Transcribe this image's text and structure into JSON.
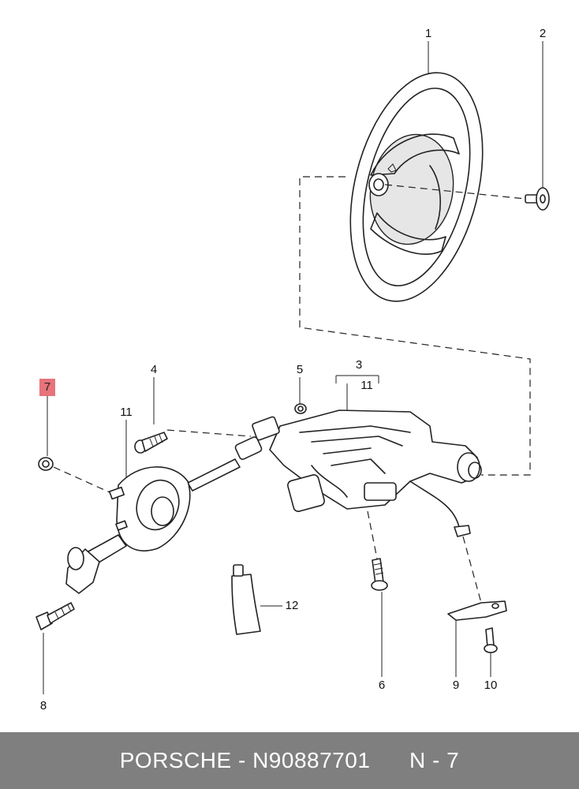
{
  "diagram": {
    "highlight_color": "#e8737b",
    "callouts": [
      {
        "id": "1",
        "label": "1"
      },
      {
        "id": "2",
        "label": "2"
      },
      {
        "id": "3",
        "label": "3"
      },
      {
        "id": "11a",
        "label": "11"
      },
      {
        "id": "4",
        "label": "4"
      },
      {
        "id": "5",
        "label": "5"
      },
      {
        "id": "7",
        "label": "7",
        "highlighted": true
      },
      {
        "id": "11b",
        "label": "11"
      },
      {
        "id": "12",
        "label": "12"
      },
      {
        "id": "6",
        "label": "6"
      },
      {
        "id": "8",
        "label": "8"
      },
      {
        "id": "9",
        "label": "9"
      },
      {
        "id": "10",
        "label": "10"
      }
    ]
  },
  "footer": {
    "text": "PORSCHE - N90887701      N - 7",
    "background": "#7f7f7f"
  }
}
